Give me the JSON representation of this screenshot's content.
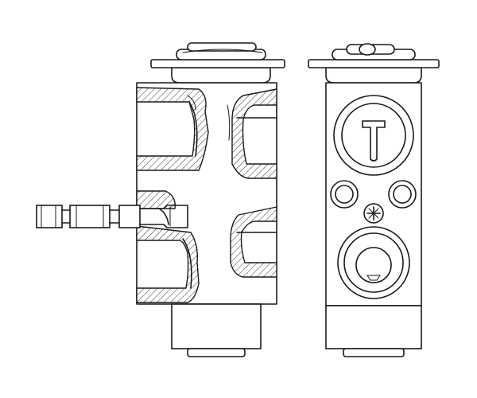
{
  "drawing": {
    "subject": "expansion-valve",
    "views": [
      "side-section",
      "front"
    ],
    "line_color": "#1a1a1a",
    "background_color": "#ffffff"
  }
}
